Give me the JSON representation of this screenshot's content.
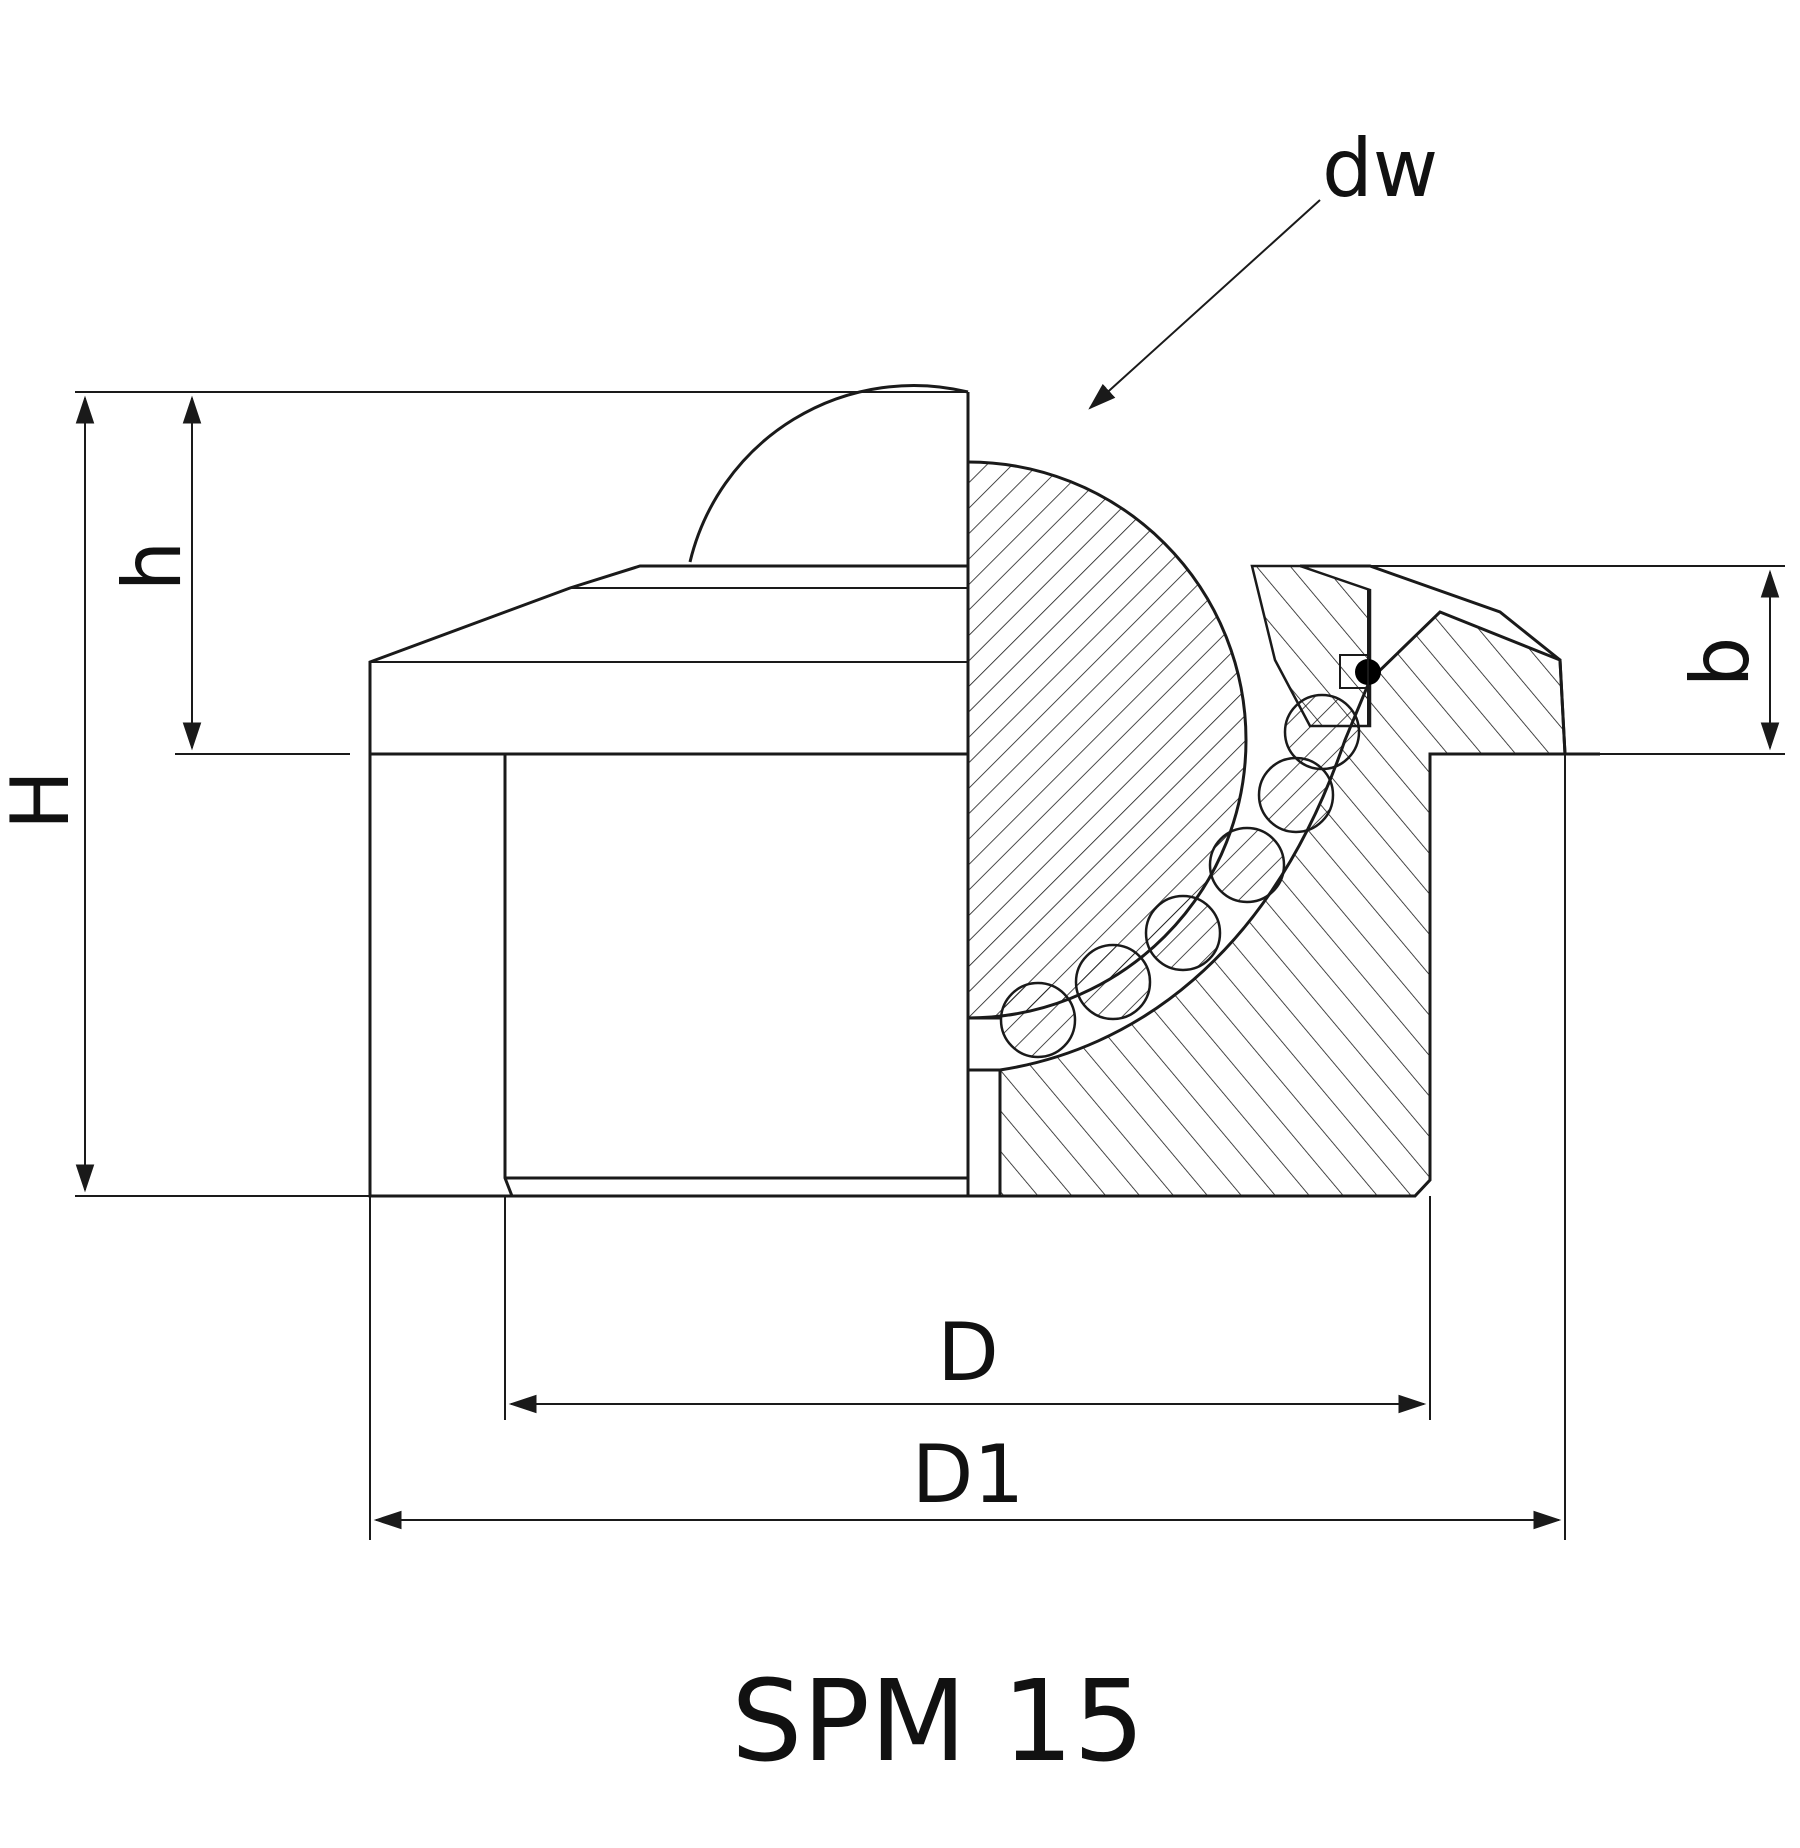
{
  "drawing": {
    "title": "SPM 15",
    "labels": {
      "ball_diameter": "dw",
      "total_height": "H",
      "ball_protrusion": "h",
      "flange_height": "b",
      "body_diameter": "D",
      "flange_diameter": "D1"
    }
  },
  "colors": {
    "line": "#1a1a1a",
    "background": "#ffffff",
    "ball_dot": "#000000"
  }
}
